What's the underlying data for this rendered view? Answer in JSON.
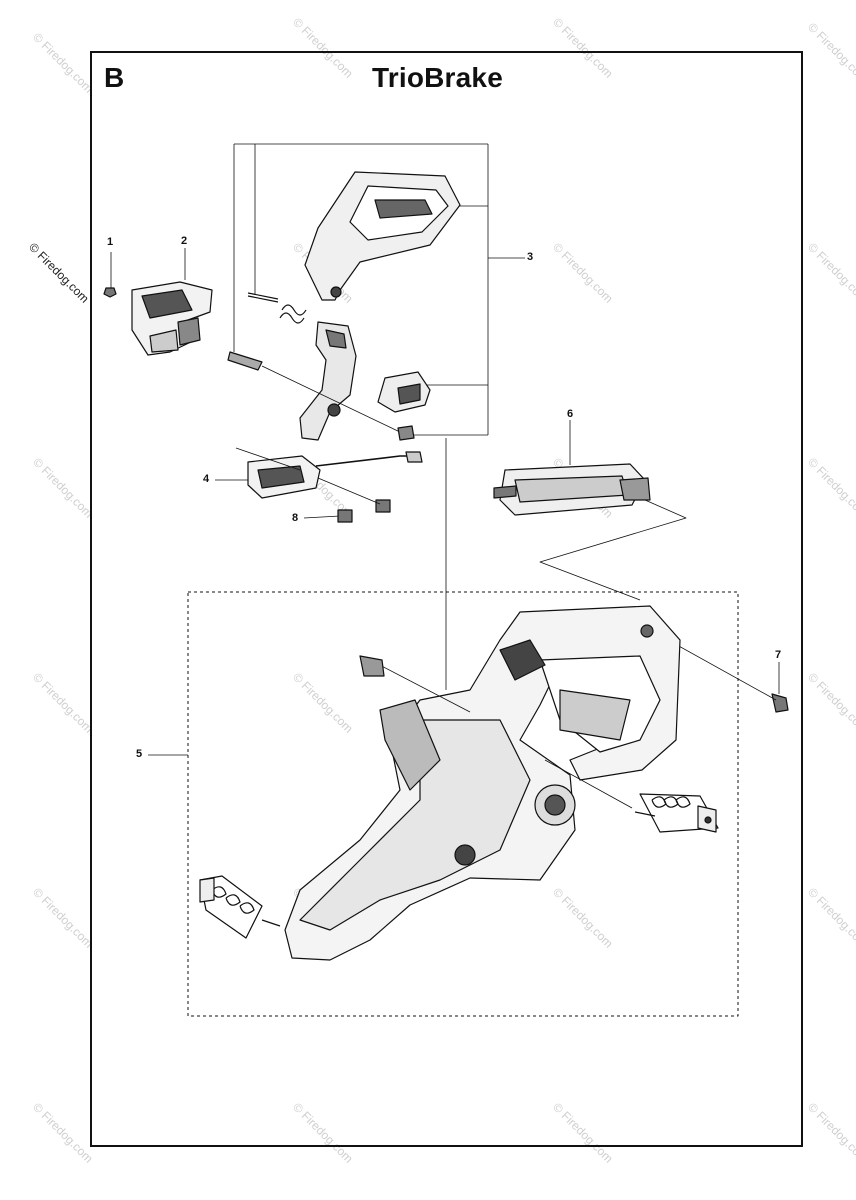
{
  "header": {
    "section_letter": "B",
    "title": "TrioBrake"
  },
  "callouts": [
    "1",
    "2",
    "3",
    "4",
    "5",
    "6",
    "7",
    "8"
  ],
  "watermark": {
    "text": "© Firedog.com",
    "color": "#cccccc"
  },
  "icons": [
    "screw-icon",
    "bracket-icon",
    "brake-handle-icon",
    "spring-icon",
    "housing-icon"
  ]
}
